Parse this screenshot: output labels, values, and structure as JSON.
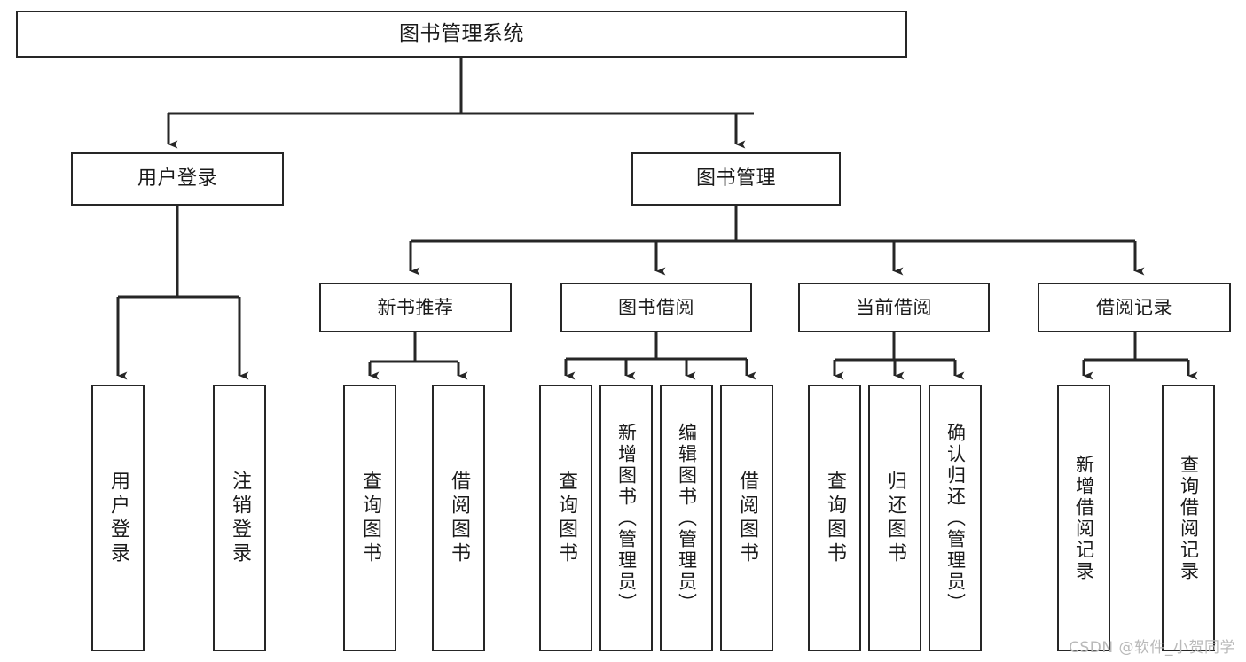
{
  "diagram": {
    "title": "图书管理系统",
    "type": "functional-structure-tree",
    "stroke_color": "#262626",
    "fill_color": "#ffffff",
    "text_color": "#1a1a1a"
  },
  "watermark": {
    "text": "CSDN @软件_小贺同学",
    "color": "#b9b9b9"
  },
  "nodes": {
    "root": {
      "label": "图书管理系统"
    },
    "level1": [
      {
        "id": "user-login",
        "label": "用户登录"
      },
      {
        "id": "book-manage",
        "label": "图书管理"
      }
    ],
    "level2": [
      {
        "id": "new-book-recommend",
        "label": "新书推荐"
      },
      {
        "id": "book-borrow",
        "label": "图书借阅"
      },
      {
        "id": "current-borrow",
        "label": "当前借阅"
      },
      {
        "id": "borrow-record",
        "label": "借阅记录"
      }
    ],
    "leaves": [
      {
        "id": "leaf-user-login",
        "label": "用户登录",
        "parent": "user-login"
      },
      {
        "id": "leaf-logout",
        "label": "注销登录",
        "parent": "user-login"
      },
      {
        "id": "leaf-query-book-1",
        "label": "查询图书",
        "parent": "new-book-recommend"
      },
      {
        "id": "leaf-borrow-book-1",
        "label": "借阅图书",
        "parent": "new-book-recommend"
      },
      {
        "id": "leaf-query-book-2",
        "label": "查询图书",
        "parent": "book-borrow"
      },
      {
        "id": "leaf-add-book",
        "label": "新增图书（管理员）",
        "parent": "book-borrow"
      },
      {
        "id": "leaf-edit-book",
        "label": "编辑图书（管理员）",
        "parent": "book-borrow"
      },
      {
        "id": "leaf-borrow-book-2",
        "label": "借阅图书",
        "parent": "book-borrow"
      },
      {
        "id": "leaf-query-book-3",
        "label": "查询图书",
        "parent": "current-borrow"
      },
      {
        "id": "leaf-return-book",
        "label": "归还图书",
        "parent": "current-borrow"
      },
      {
        "id": "leaf-confirm-return",
        "label": "确认归还（管理员）",
        "parent": "current-borrow"
      },
      {
        "id": "leaf-add-record",
        "label": "新增借阅记录",
        "parent": "borrow-record"
      },
      {
        "id": "leaf-query-record",
        "label": "查询借阅记录",
        "parent": "borrow-record"
      }
    ]
  },
  "chart_data": {
    "type": "tree",
    "title": "图书管理系统",
    "root": "图书管理系统",
    "edges": [
      [
        "图书管理系统",
        "用户登录"
      ],
      [
        "图书管理系统",
        "图书管理"
      ],
      [
        "用户登录",
        "用户登录"
      ],
      [
        "用户登录",
        "注销登录"
      ],
      [
        "图书管理",
        "新书推荐"
      ],
      [
        "图书管理",
        "图书借阅"
      ],
      [
        "图书管理",
        "当前借阅"
      ],
      [
        "图书管理",
        "借阅记录"
      ],
      [
        "新书推荐",
        "查询图书"
      ],
      [
        "新书推荐",
        "借阅图书"
      ],
      [
        "图书借阅",
        "查询图书"
      ],
      [
        "图书借阅",
        "新增图书（管理员）"
      ],
      [
        "图书借阅",
        "编辑图书（管理员）"
      ],
      [
        "图书借阅",
        "借阅图书"
      ],
      [
        "当前借阅",
        "查询图书"
      ],
      [
        "当前借阅",
        "归还图书"
      ],
      [
        "当前借阅",
        "确认归还（管理员）"
      ],
      [
        "借阅记录",
        "新增借阅记录"
      ],
      [
        "借阅记录",
        "查询借阅记录"
      ]
    ],
    "levels": 4
  }
}
